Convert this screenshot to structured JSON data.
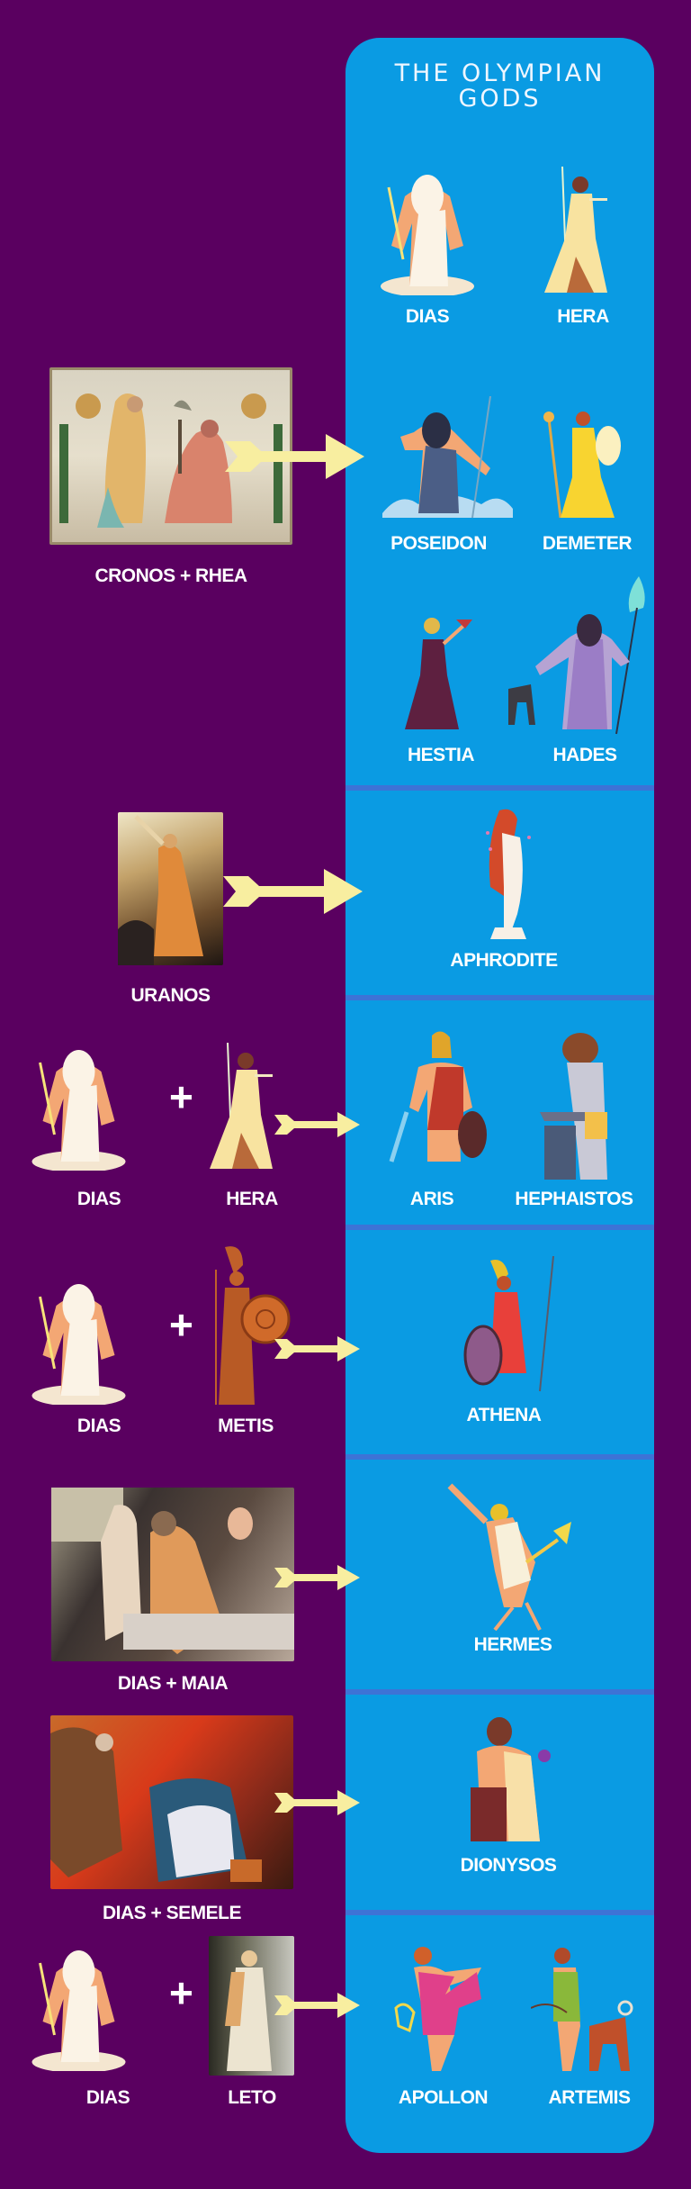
{
  "title": {
    "line1": "THE OLYMPIAN",
    "line2": "GODS"
  },
  "colors": {
    "background": "#5a0060",
    "panel": "#0a9be3",
    "divider": "#3d73d6",
    "arrow": "#f8eea0",
    "text": "#ffffff"
  },
  "groups": [
    {
      "parents_label": "CRONOS + RHEA",
      "parents_type": "painting",
      "children": [
        "DIAS",
        "HERA",
        "POSEIDON",
        "DEMETER",
        "HESTIA",
        "HADES"
      ]
    },
    {
      "parents_label": "URANOS",
      "parents_type": "painting",
      "children": [
        "APHRODITE"
      ]
    },
    {
      "parents": [
        "DIAS",
        "HERA"
      ],
      "parents_type": "illustrations",
      "children": [
        "ARIS",
        "HEPHAISTOS"
      ]
    },
    {
      "parents": [
        "DIAS",
        "METIS"
      ],
      "parents_type": "illustrations",
      "children": [
        "ATHENA"
      ]
    },
    {
      "parents_label": "DIAS + MAIA",
      "parents_type": "painting",
      "children": [
        "HERMES"
      ]
    },
    {
      "parents_label": "DIAS + SEMELE",
      "parents_type": "painting",
      "children": [
        "DIONYSOS"
      ]
    },
    {
      "parents": [
        "DIAS",
        "LETO"
      ],
      "parents_type": "mixed",
      "children": [
        "APOLLON",
        "ARTEMIS"
      ]
    }
  ],
  "plus_sign": "+"
}
